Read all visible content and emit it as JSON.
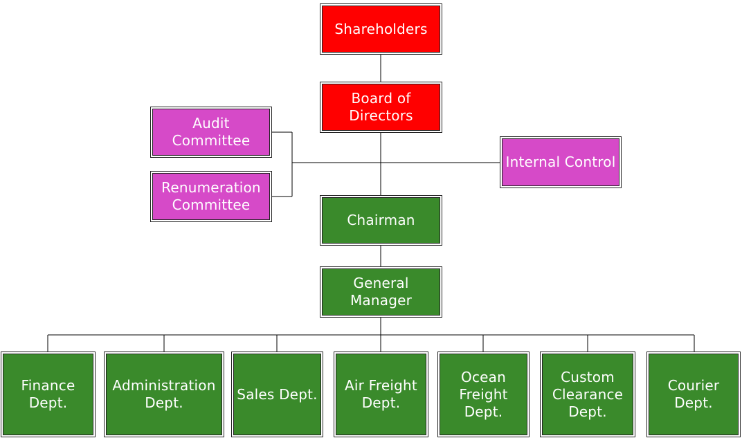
{
  "colors": {
    "governance": "#ff0000",
    "committee": "#d64ac8",
    "management": "#3a8a2b",
    "connector": "#000000",
    "label": "#ffffff"
  },
  "org": {
    "shareholders": "Shareholders",
    "board": "Board of\nDirectors",
    "audit_committee": "Audit\nCommittee",
    "renumeration_committee": "Renumeration\nCommittee",
    "internal_control": "Internal Control",
    "chairman": "Chairman",
    "general_manager": "General\nManager",
    "departments": [
      "Finance\nDept.",
      "Administration\nDept.",
      "Sales Dept.",
      "Air Freight\nDept.",
      "Ocean\nFreight\nDept.",
      "Custom\nClearance\nDept.",
      "Courier\nDept."
    ]
  }
}
